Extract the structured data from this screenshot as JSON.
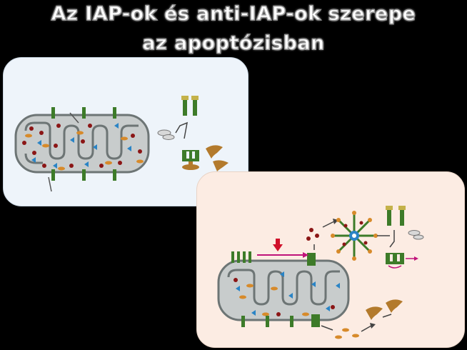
{
  "title": {
    "line1": "Az IAP-ok és anti-IAP-ok szerepe",
    "line2": "az apoptózisban"
  },
  "colors": {
    "background": "#000000",
    "panel_left": "#eef4fa",
    "panel_right": "#fcece3",
    "mito_fill": "#c8cccc",
    "mito_stroke": "#6d7575",
    "channel_green": "#3d7b29",
    "cyt_c_red": "#8b1616",
    "blue_particles": "#2a84c5",
    "orange_particles": "#d78a2a",
    "iap_brown": "#b37a2c",
    "arrow_red": "#d0102a",
    "arrow_magenta": "#c0127a"
  },
  "icons": [
    "mitochondrion",
    "bcl2-channel",
    "apoptosome",
    "caspase",
    "iap-protein",
    "smac-diablo",
    "cytochrome-c"
  ]
}
